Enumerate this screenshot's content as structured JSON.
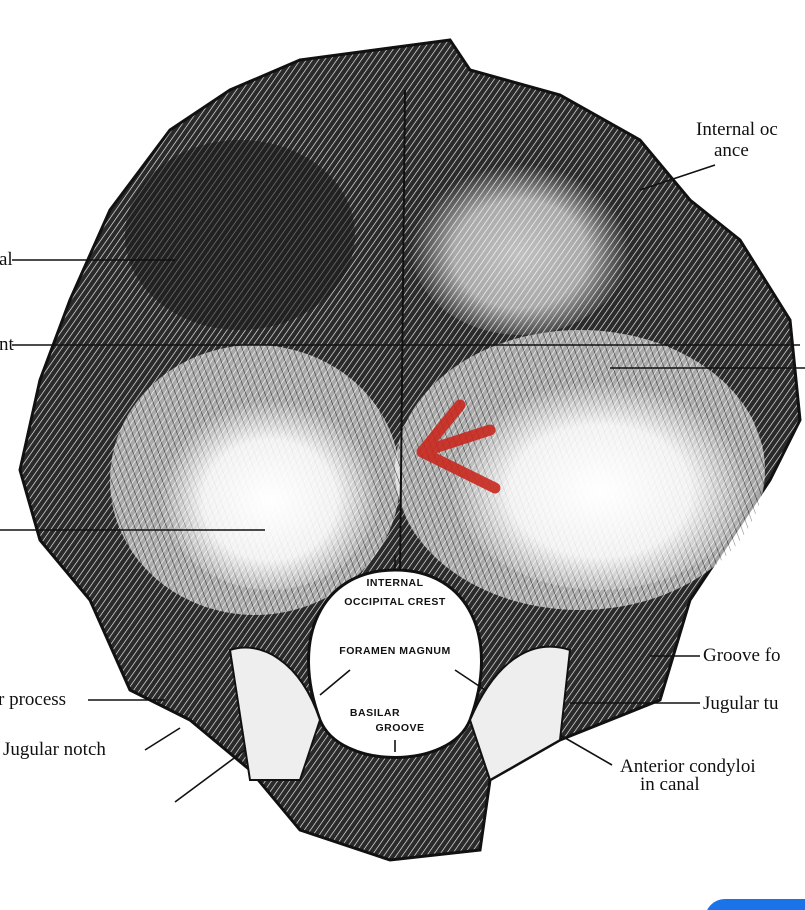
{
  "labels": {
    "internal_occipital_protuberance": [
      "Internal oc",
      "ance"
    ],
    "left_top": "al",
    "left_mid": "nt",
    "jugular_process": "r process",
    "jugular_notch": "Jugular notch",
    "internal_occipital_crest": [
      "INTERNAL",
      "OCCIPITAL CREST"
    ],
    "foramen_magnum": "FORAMEN MAGNUM",
    "basilar_groove": [
      "BASILAR",
      "GROOVE"
    ],
    "groove_for": "Groove fo",
    "jugular_tubercle": "Jugular tu",
    "anterior_condyloid": [
      "Anterior condyloi",
      "in canal"
    ]
  },
  "annotation": {
    "type": "hand-drawn arrow",
    "color": "#c8281e"
  },
  "colors": {
    "ink": "#111111",
    "button": "#1a73e8"
  }
}
